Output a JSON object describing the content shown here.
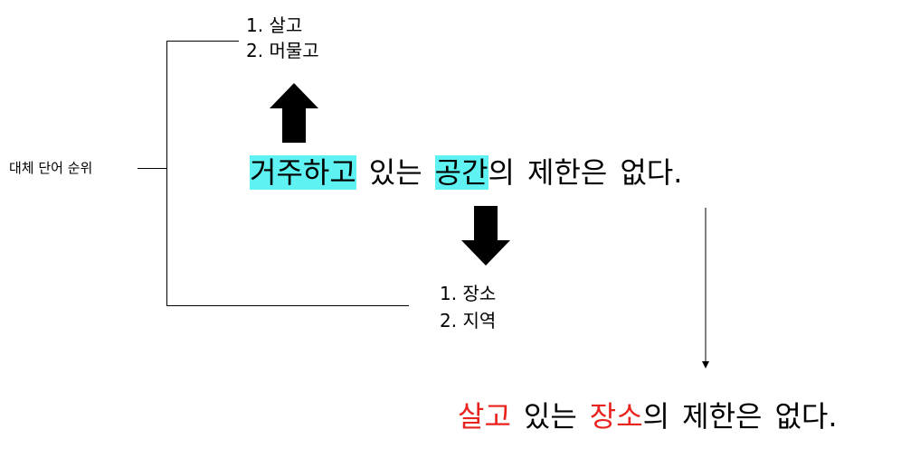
{
  "top_list": {
    "item1": "1. 살고",
    "item2": "2. 머물고"
  },
  "bottom_list": {
    "item1": "1.  장소",
    "item2": "2.  지역"
  },
  "side_label": "대체 단어 순위",
  "sentence": {
    "w1": "거주하고",
    "w2": "있는",
    "w3_hl": "공간",
    "w3_rest": "의",
    "w4": "제한은",
    "w5": "없다."
  },
  "result": {
    "w1": "살고",
    "w2": "있는",
    "w3_red": "장소",
    "w3_rest": "의",
    "w4": "제한은",
    "w5": "없다."
  },
  "colors": {
    "highlight": "#5ef2f2",
    "replacement": "#e8231e"
  }
}
